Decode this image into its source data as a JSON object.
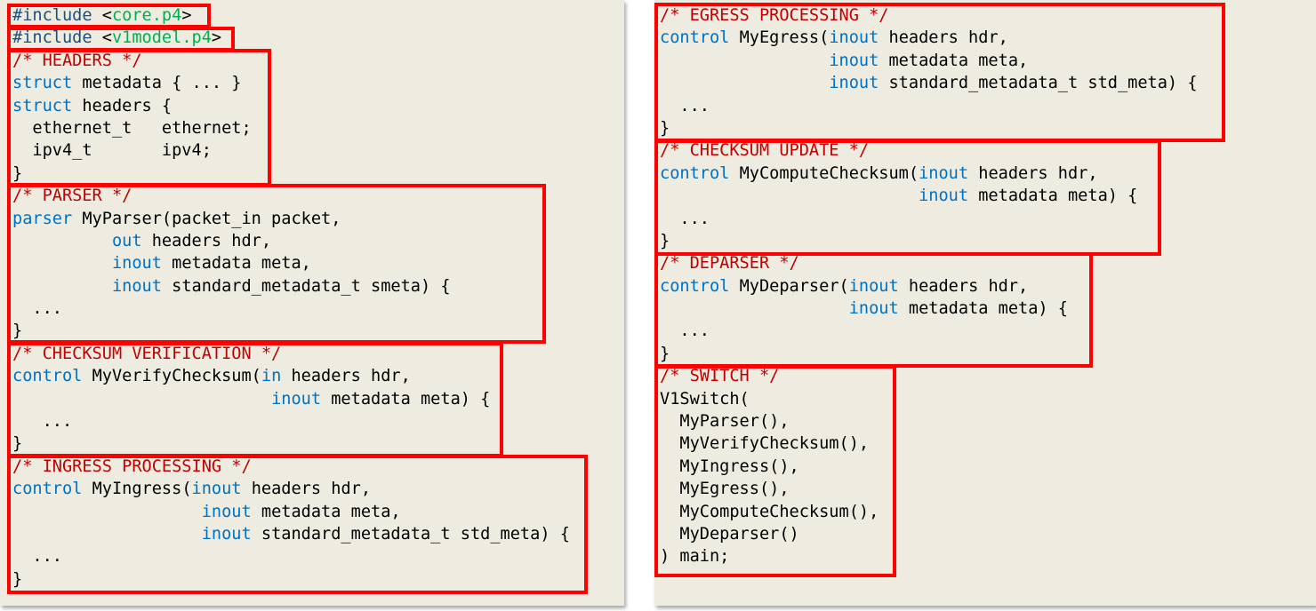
{
  "left_code": {
    "lines": [
      [
        {
          "t": "#include ",
          "c": "pp"
        },
        {
          "t": "<",
          "c": "plain"
        },
        {
          "t": "core.p4",
          "c": "str"
        },
        {
          "t": ">",
          "c": "plain"
        }
      ],
      [
        {
          "t": "#include ",
          "c": "pp"
        },
        {
          "t": "<",
          "c": "plain"
        },
        {
          "t": "v1model.p4",
          "c": "str"
        },
        {
          "t": ">",
          "c": "plain"
        }
      ],
      [
        {
          "t": "/* HEADERS */",
          "c": "cmt"
        }
      ],
      [
        {
          "t": "struct",
          "c": "kw"
        },
        {
          "t": " metadata { ... }",
          "c": "plain"
        }
      ],
      [
        {
          "t": "struct",
          "c": "kw"
        },
        {
          "t": " headers {",
          "c": "plain"
        }
      ],
      [
        {
          "t": "  ethernet_t   ethernet;",
          "c": "plain"
        }
      ],
      [
        {
          "t": "  ipv4_t       ipv4;",
          "c": "plain"
        }
      ],
      [
        {
          "t": "}",
          "c": "plain"
        }
      ],
      [
        {
          "t": "/* PARSER */",
          "c": "cmt"
        }
      ],
      [
        {
          "t": "parser",
          "c": "kw"
        },
        {
          "t": " MyParser(packet_in packet,",
          "c": "plain"
        }
      ],
      [
        {
          "t": "          ",
          "c": "plain"
        },
        {
          "t": "out",
          "c": "kw"
        },
        {
          "t": " headers hdr,",
          "c": "plain"
        }
      ],
      [
        {
          "t": "          ",
          "c": "plain"
        },
        {
          "t": "inout",
          "c": "kw"
        },
        {
          "t": " metadata meta,",
          "c": "plain"
        }
      ],
      [
        {
          "t": "          ",
          "c": "plain"
        },
        {
          "t": "inout",
          "c": "kw"
        },
        {
          "t": " standard_metadata_t smeta) {",
          "c": "plain"
        }
      ],
      [
        {
          "t": "  ...",
          "c": "plain"
        }
      ],
      [
        {
          "t": "}",
          "c": "plain"
        }
      ],
      [
        {
          "t": "/* CHECKSUM VERIFICATION */",
          "c": "cmt"
        }
      ],
      [
        {
          "t": "control",
          "c": "kw"
        },
        {
          "t": " MyVerifyChecksum(",
          "c": "plain"
        },
        {
          "t": "in",
          "c": "kw"
        },
        {
          "t": " headers hdr,",
          "c": "plain"
        }
      ],
      [
        {
          "t": "                          ",
          "c": "plain"
        },
        {
          "t": "inout",
          "c": "kw"
        },
        {
          "t": " metadata meta) {",
          "c": "plain"
        }
      ],
      [
        {
          "t": "   ...",
          "c": "plain"
        }
      ],
      [
        {
          "t": "}",
          "c": "plain"
        }
      ],
      [
        {
          "t": "/* INGRESS PROCESSING */",
          "c": "cmt"
        }
      ],
      [
        {
          "t": "control",
          "c": "kw"
        },
        {
          "t": " MyIngress(",
          "c": "plain"
        },
        {
          "t": "inout",
          "c": "kw"
        },
        {
          "t": " headers hdr,",
          "c": "plain"
        }
      ],
      [
        {
          "t": "                   ",
          "c": "plain"
        },
        {
          "t": "inout",
          "c": "kw"
        },
        {
          "t": " metadata meta,",
          "c": "plain"
        }
      ],
      [
        {
          "t": "                   ",
          "c": "plain"
        },
        {
          "t": "inout",
          "c": "kw"
        },
        {
          "t": " standard_metadata_t std_meta) {",
          "c": "plain"
        }
      ],
      [
        {
          "t": "  ...",
          "c": "plain"
        }
      ],
      [
        {
          "t": "}",
          "c": "plain"
        }
      ]
    ]
  },
  "right_code": {
    "lines": [
      [
        {
          "t": "/* EGRESS PROCESSING */",
          "c": "cmt"
        }
      ],
      [
        {
          "t": "control",
          "c": "kw"
        },
        {
          "t": " MyEgress(",
          "c": "plain"
        },
        {
          "t": "inout",
          "c": "kw"
        },
        {
          "t": " headers hdr,",
          "c": "plain"
        }
      ],
      [
        {
          "t": "                 ",
          "c": "plain"
        },
        {
          "t": "inout",
          "c": "kw"
        },
        {
          "t": " metadata meta,",
          "c": "plain"
        }
      ],
      [
        {
          "t": "                 ",
          "c": "plain"
        },
        {
          "t": "inout",
          "c": "kw"
        },
        {
          "t": " standard_metadata_t std_meta) {",
          "c": "plain"
        }
      ],
      [
        {
          "t": "  ...",
          "c": "plain"
        }
      ],
      [
        {
          "t": "}",
          "c": "plain"
        }
      ],
      [
        {
          "t": "/* CHECKSUM UPDATE */",
          "c": "cmt"
        }
      ],
      [
        {
          "t": "control",
          "c": "kw"
        },
        {
          "t": " MyComputeChecksum(",
          "c": "plain"
        },
        {
          "t": "inout",
          "c": "kw"
        },
        {
          "t": " headers hdr,",
          "c": "plain"
        }
      ],
      [
        {
          "t": "                          ",
          "c": "plain"
        },
        {
          "t": "inout",
          "c": "kw"
        },
        {
          "t": " metadata meta) {",
          "c": "plain"
        }
      ],
      [
        {
          "t": "  ...",
          "c": "plain"
        }
      ],
      [
        {
          "t": "}",
          "c": "plain"
        }
      ],
      [
        {
          "t": "/* DEPARSER */",
          "c": "cmt"
        }
      ],
      [
        {
          "t": "control",
          "c": "kw"
        },
        {
          "t": " MyDeparser(",
          "c": "plain"
        },
        {
          "t": "inout",
          "c": "kw"
        },
        {
          "t": " headers hdr,",
          "c": "plain"
        }
      ],
      [
        {
          "t": "                   ",
          "c": "plain"
        },
        {
          "t": "inout",
          "c": "kw"
        },
        {
          "t": " metadata meta) {",
          "c": "plain"
        }
      ],
      [
        {
          "t": "  ...",
          "c": "plain"
        }
      ],
      [
        {
          "t": "}",
          "c": "plain"
        }
      ],
      [
        {
          "t": "/* SWITCH */",
          "c": "cmt"
        }
      ],
      [
        {
          "t": "V1Switch(",
          "c": "plain"
        }
      ],
      [
        {
          "t": "  MyParser(),",
          "c": "plain"
        }
      ],
      [
        {
          "t": "  MyVerifyChecksum(),",
          "c": "plain"
        }
      ],
      [
        {
          "t": "  MyIngress(),",
          "c": "plain"
        }
      ],
      [
        {
          "t": "  MyEgress(),",
          "c": "plain"
        }
      ],
      [
        {
          "t": "  MyComputeChecksum(),",
          "c": "plain"
        }
      ],
      [
        {
          "t": "  MyDeparser()",
          "c": "plain"
        }
      ],
      [
        {
          "t": ") main;",
          "c": "plain"
        }
      ]
    ]
  },
  "colors": {
    "comment": "#c00000",
    "keyword": "#0070c0",
    "string": "#00b050",
    "preprocessor": "#1f4e79",
    "highlight_box": "#ff0000",
    "panel_background": "#eeece1"
  }
}
